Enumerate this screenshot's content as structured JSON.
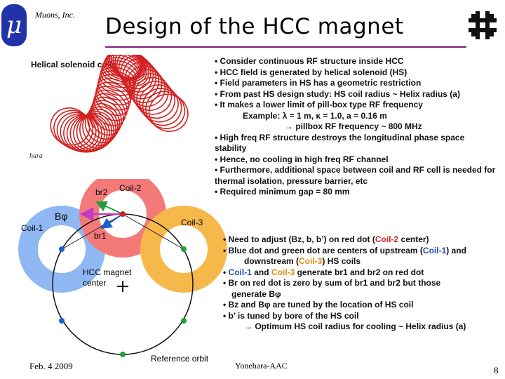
{
  "header": {
    "logo_glyph": "μ",
    "company": "Muons, Inc.",
    "title": "Design of the HCC magnet",
    "rule_color": "#8a1a7a",
    "fermilab_logo": "fermilab-logo-icon"
  },
  "figure": {
    "title": "Helical solenoid coils",
    "author_fragment": "hara"
  },
  "bullets_top": [
    "• Consider continuous RF structure inside HCC",
    "• HCC field is generated by helical solenoid (HS)",
    "• Field parameters in HS has a geometric restriction",
    "• From past HS design study: HS coil radius ~ Helix radius (a)",
    "• It makes a lower limit of pill-box type RF frequency",
    "Example: λ = 1 m, κ = 1.0, a = 0.16 m",
    "→ pillbox RF frequency ~ 800 MHz",
    "• High freq RF structure destroys the longitudinal phase space stability",
    "• Hence, no cooling in high freq RF channel",
    "• Furthermore, additional space between coil and RF cell is needed for thermal isolation, pressure barrier, etc",
    "• Required minimum gap = 80 mm"
  ],
  "diagram": {
    "coil1": "Coil-1",
    "coil2": "Coil-2",
    "coil3": "Coil-3",
    "br1": "br1",
    "br2": "br2",
    "bphi": "Bφ",
    "center_l1": "HCC magnet",
    "center_l2": "center",
    "ref_orbit": "Reference orbit",
    "colors": {
      "coil1": "#8fb8f2",
      "coil2": "#f47a7a",
      "coil3": "#f6b84a",
      "blue_dot": "#1a5fd0",
      "green_dot": "#1fa03a",
      "red_dot": "#d52020"
    }
  },
  "bullets_bottom": {
    "l1": "• Need to adjust (Bz, b, b’) on red dot (",
    "l1_coil": "Coil-2",
    "l1_end": " center)",
    "l2": "• Blue dot and green dot are centers of upstream (",
    "l2_coil": "Coil-1",
    "l2_end": ") and",
    "l3": "downstream (",
    "l3_coil": "Coil-3",
    "l3_end": ") HS coils",
    "l4_a": "• ",
    "l4_coil1": "Coil-1",
    "l4_mid": " and ",
    "l4_coil3": "Coil-3",
    "l4_end": " generate br1 and br2 on red dot",
    "l5": "• Br on red dot is zero by sum of br1 and br2 but those",
    "l6": "generate Bφ",
    "l7": "• Bz and Bφ are tuned by the location of HS coil",
    "l8": "• b’ is tuned by bore of the HS coil",
    "l9": "→ Optimum HS coil radius for cooling ~ Helix radius (a)"
  },
  "footer": {
    "date": "Feb. 4 2009",
    "author": "Yonehara-AAC",
    "page": "8"
  }
}
